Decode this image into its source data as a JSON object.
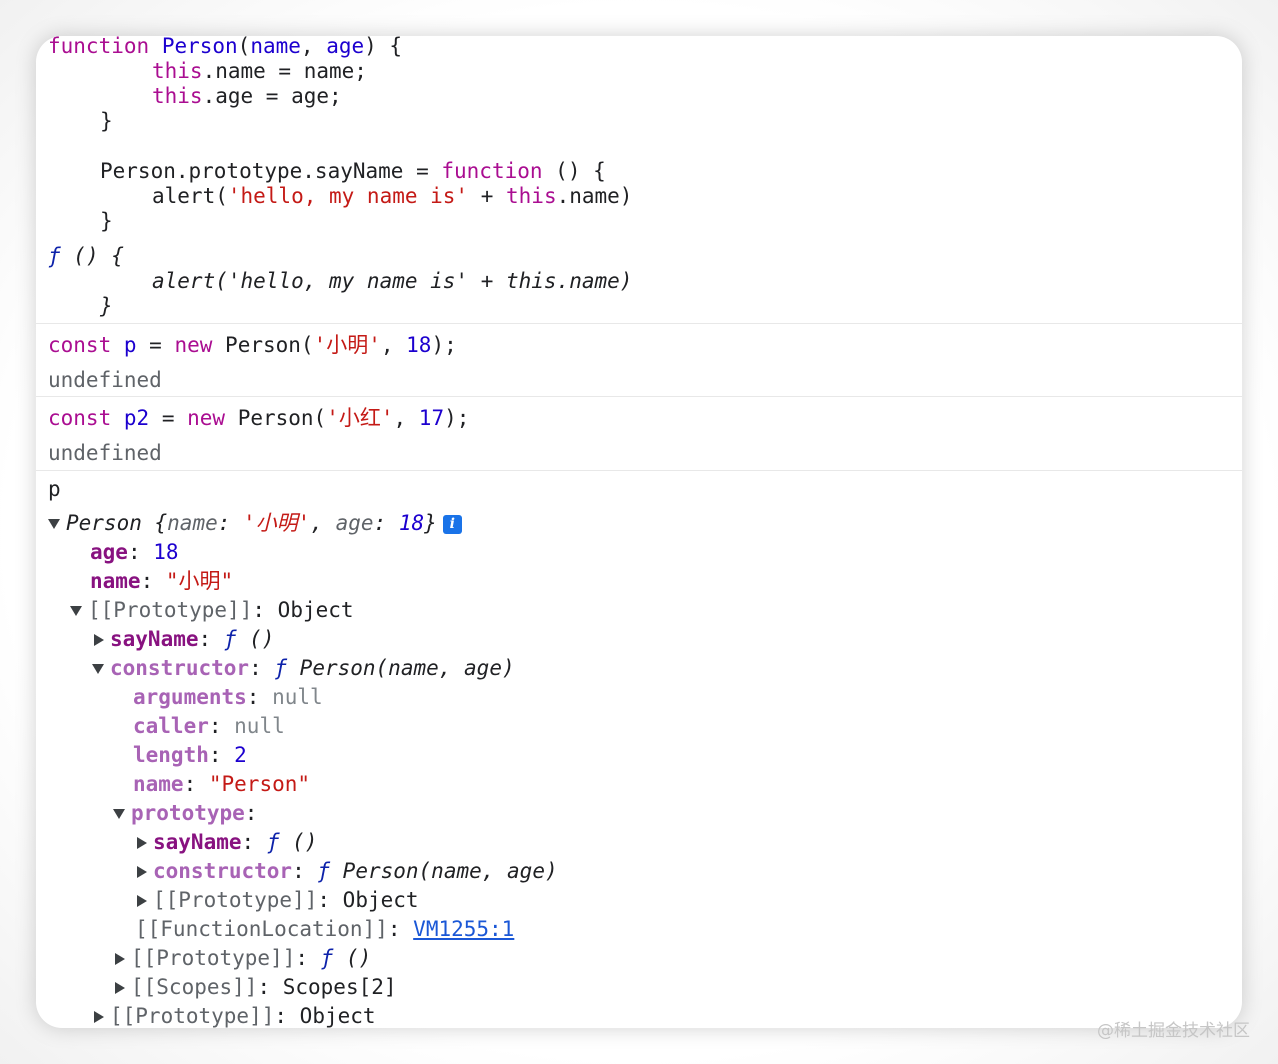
{
  "code_top": {
    "l1": {
      "kw": "function",
      "name": "Person",
      "open": "(",
      "p1": "name",
      "comma": ", ",
      "p2": "age",
      "close": ") {"
    },
    "l2": {
      "this": "this",
      "rest": ".name = name;"
    },
    "l3": {
      "this": "this",
      "rest": ".age = age;"
    },
    "l4": "}",
    "l6": {
      "lhs": "Person.prototype.sayName = ",
      "kw": "function",
      "rest": " () {"
    },
    "l7": {
      "pre": "alert(",
      "str": "'hello, my name is'",
      "mid": " + ",
      "this": "this",
      "rest": ".name)"
    },
    "l8": "}",
    "l9": {
      "f": "ƒ",
      "rest": " () {"
    },
    "l10": "alert('hello, my name is' + this.name)",
    "l11": "}"
  },
  "entry1": {
    "kw_const": "const",
    "var": "p",
    "eq": " = ",
    "kw_new": "new",
    "call": " Person(",
    "str": "'小明'",
    "comma": ", ",
    "num": "18",
    "end": ");",
    "result": "undefined"
  },
  "entry2": {
    "kw_const": "const",
    "var": "p2",
    "eq": " = ",
    "kw_new": "new",
    "call": " Person(",
    "str": "'小红'",
    "comma": ", ",
    "num": "17",
    "end": ");",
    "result": "undefined"
  },
  "entry3": {
    "input": "p"
  },
  "tree": {
    "root": {
      "cls": "Person",
      "open": " {",
      "k1": "name",
      "colon": ": ",
      "v1": "'小明'",
      "sep": ", ",
      "k2": "age",
      "v2": "18",
      "close": "}",
      "info": "i"
    },
    "age": {
      "key": "age",
      "val": "18"
    },
    "name": {
      "key": "name",
      "val": "\"小明\""
    },
    "proto": {
      "key": "[[Prototype]]",
      "val": "Object"
    },
    "sayName": {
      "key": "sayName",
      "f": "ƒ",
      "val": " ()"
    },
    "constructor": {
      "key": "constructor",
      "f": "ƒ",
      "val": " Person(name, age)"
    },
    "arguments": {
      "key": "arguments",
      "val": "null"
    },
    "caller": {
      "key": "caller",
      "val": "null"
    },
    "length": {
      "key": "length",
      "val": "2"
    },
    "fname": {
      "key": "name",
      "val": "\"Person\""
    },
    "prototype": {
      "key": "prototype"
    },
    "p_sayName": {
      "key": "sayName",
      "f": "ƒ",
      "val": " ()"
    },
    "p_constructor": {
      "key": "constructor",
      "f": "ƒ",
      "val": " Person(name, age)"
    },
    "p_proto": {
      "key": "[[Prototype]]",
      "val": "Object"
    },
    "funcloc": {
      "key": "[[FunctionLocation]]",
      "val": "VM1255:1"
    },
    "c_proto": {
      "key": "[[Prototype]]",
      "f": "ƒ",
      "val": " ()"
    },
    "scopes": {
      "key": "[[Scopes]]",
      "val": "Scopes[2]"
    },
    "last_proto": {
      "key": "[[Prototype]]",
      "val": "Object"
    }
  },
  "watermark": "@稀土掘金技术社区"
}
